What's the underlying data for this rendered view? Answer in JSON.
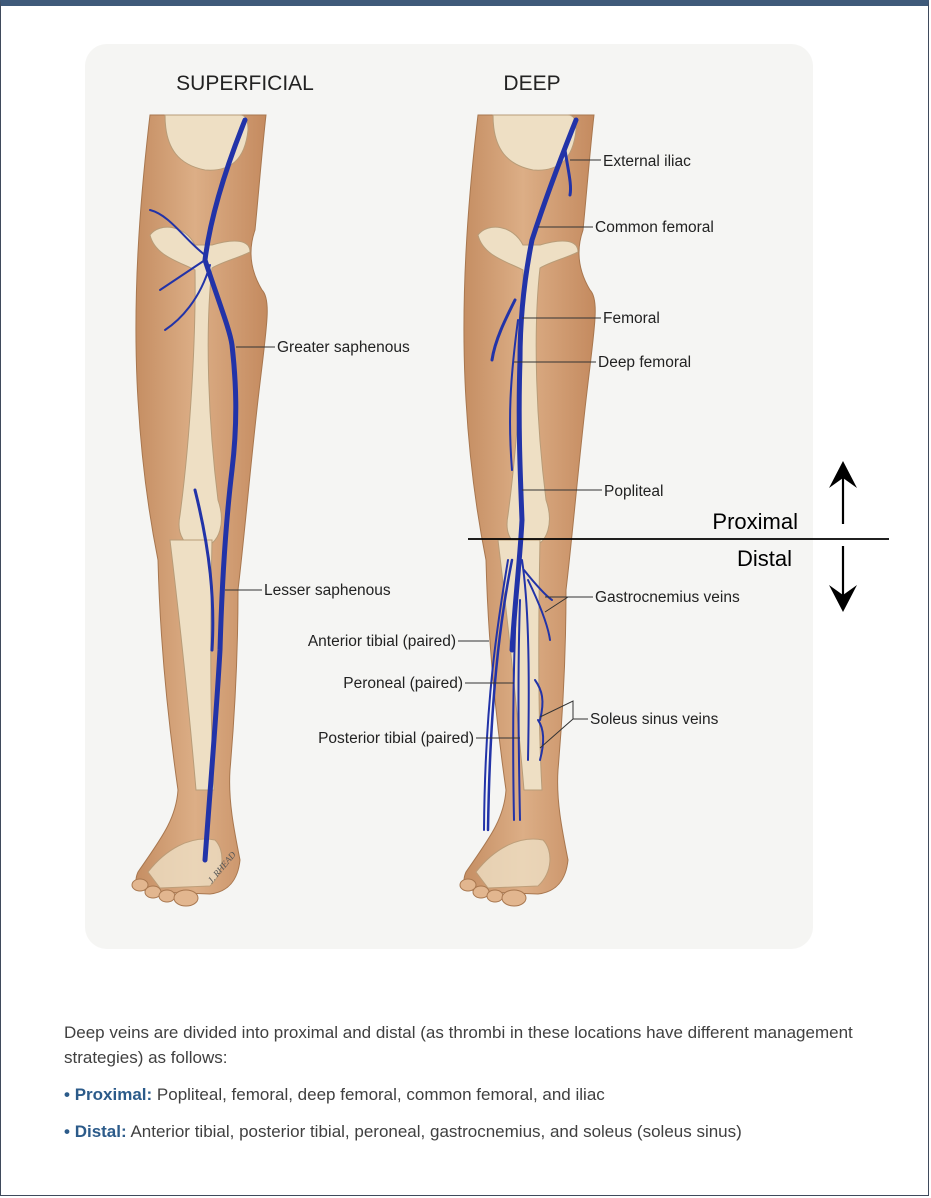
{
  "diagram": {
    "superficial_title": "SUPERFICIAL",
    "deep_title": "DEEP",
    "labels": {
      "greater_saphenous": "Greater saphenous",
      "lesser_saphenous": "Lesser saphenous",
      "external_iliac": "External iliac",
      "common_femoral": "Common femoral",
      "femoral": "Femoral",
      "deep_femoral": "Deep femoral",
      "popliteal": "Popliteal",
      "gastrocnemius": "Gastrocnemius veins",
      "anterior_tibial": "Anterior tibial (paired)",
      "peroneal": "Peroneal (paired)",
      "posterior_tibial": "Posterior tibial (paired)",
      "soleus": "Soleus sinus veins"
    },
    "proximal": "Proximal",
    "distal": "Distal",
    "signature": "J. RHEAD",
    "colors": {
      "vein": "#2233a8",
      "skin": "#d9a77c",
      "bone": "#eedfc4"
    }
  },
  "caption": {
    "intro": "Deep veins are divided into proximal and distal (as thrombi in these locations have different management strategies) as follows:",
    "items": [
      {
        "term": "Proximal:",
        "text": " Popliteal, femoral, deep femoral, common femoral, and iliac"
      },
      {
        "term": "Distal:",
        "text": " Anterior tibial, posterior tibial, peroneal, gastrocnemius, and soleus (soleus sinus)"
      }
    ]
  }
}
